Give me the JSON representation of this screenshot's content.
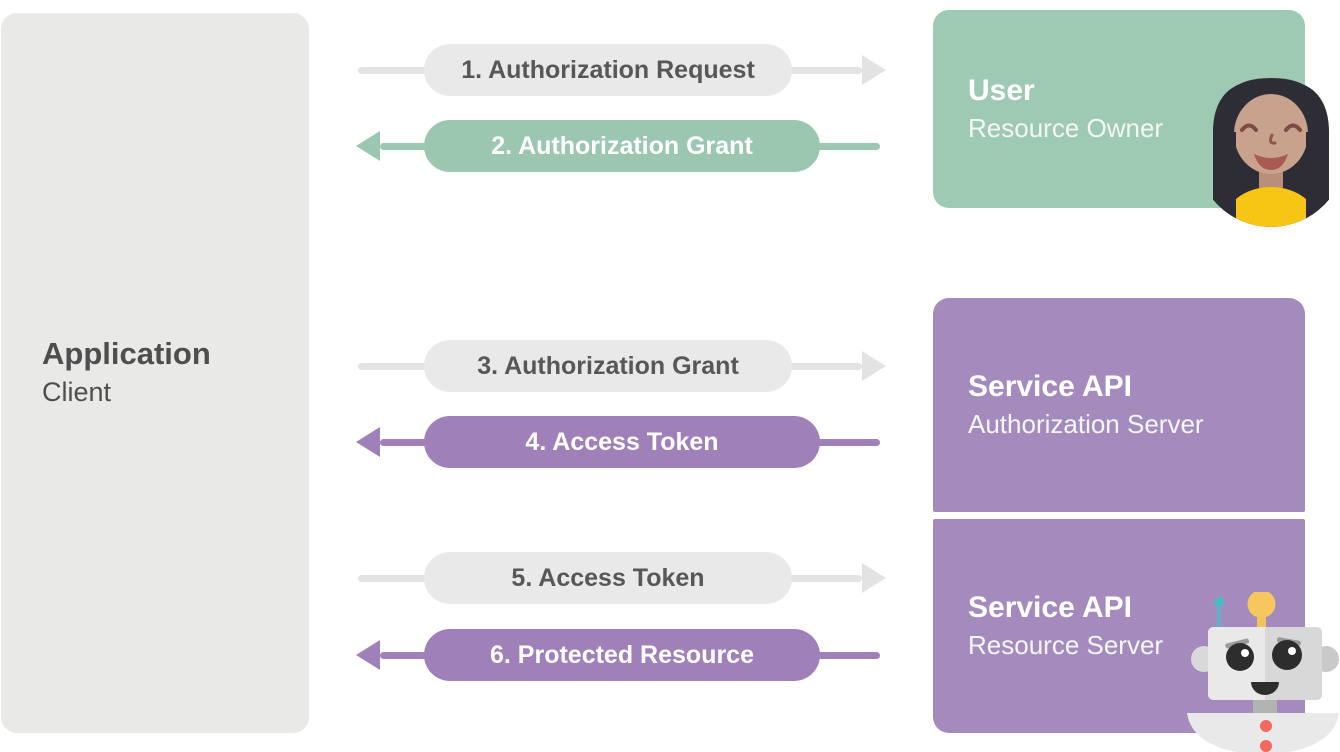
{
  "actors": {
    "application": {
      "title": "Application",
      "subtitle": "Client"
    },
    "user": {
      "title": "User",
      "subtitle": "Resource Owner"
    },
    "auth_server": {
      "title": "Service API",
      "subtitle": "Authorization Server"
    },
    "resource_server": {
      "title": "Service API",
      "subtitle": "Resource Server"
    }
  },
  "flows": [
    {
      "label": "1. Authorization Request",
      "direction": "right",
      "color": "gray"
    },
    {
      "label": "2. Authorization Grant",
      "direction": "left",
      "color": "green"
    },
    {
      "label": "3. Authorization Grant",
      "direction": "right",
      "color": "gray"
    },
    {
      "label": "4. Access Token",
      "direction": "left",
      "color": "purple"
    },
    {
      "label": "5. Access Token",
      "direction": "right",
      "color": "gray"
    },
    {
      "label": "6. Protected Resource",
      "direction": "left",
      "color": "purple"
    }
  ],
  "icons": {
    "user_avatar": "woman-avatar-icon",
    "robot": "robot-icon"
  },
  "colors": {
    "green": "#9bc6b0",
    "greenBox": "#9ecab3",
    "purple": "#a080b8",
    "purpleBox": "#a58bbd",
    "grayPill": "#e9e9e9",
    "grayArrow": "#e3e3e3",
    "grayBox": "#e9e9e8",
    "textDark": "#4e4e4e",
    "textPill": "#575757"
  }
}
